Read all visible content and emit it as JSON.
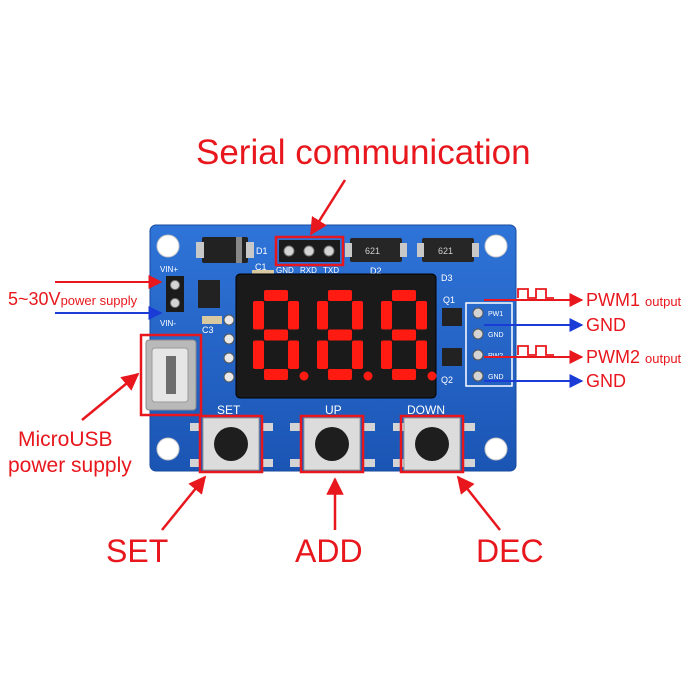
{
  "title": "Serial communication",
  "serial_pins": [
    "GND",
    "RXD",
    "TXD"
  ],
  "silkscreen": {
    "d1": "D1",
    "c1": "C1",
    "d2": "D2",
    "d3": "D3",
    "chip_code_1": "621",
    "chip_code_2": "621",
    "vin_plus": "VIN+",
    "vin_minus": "VIN-",
    "c3": "C3",
    "q1": "Q1",
    "q2": "Q2",
    "pw1": "PW1",
    "gnd1": "GND",
    "pw2": "PW2",
    "gnd2": "GND",
    "set": "SET",
    "up": "UP",
    "down": "DOWN"
  },
  "callouts": {
    "power_in_main": "5~30V",
    "power_in_sub": "power supply",
    "microusb_line1": "MicroUSB",
    "microusb_line2": "power supply",
    "pwm1_main": "PWM1",
    "pwm1_sub": "output",
    "gnd_a": "GND",
    "pwm2_main": "PWM2",
    "pwm2_sub": "output",
    "gnd_b": "GND",
    "set": "SET",
    "add": "ADD",
    "dec": "DEC"
  },
  "display": {
    "digit_count": 3,
    "segment_state": "all-on",
    "led_count": 4
  },
  "colors": {
    "pcb": "#1f5fc0",
    "callout_text": "#e8171d",
    "callout_box": "#e8171d",
    "arrow_red": "#e8171d",
    "arrow_blue": "#1a3bd6",
    "segment_lit": "#ff1a12",
    "display_body": "#1a1a1a",
    "silkscreen": "#ffffff"
  }
}
